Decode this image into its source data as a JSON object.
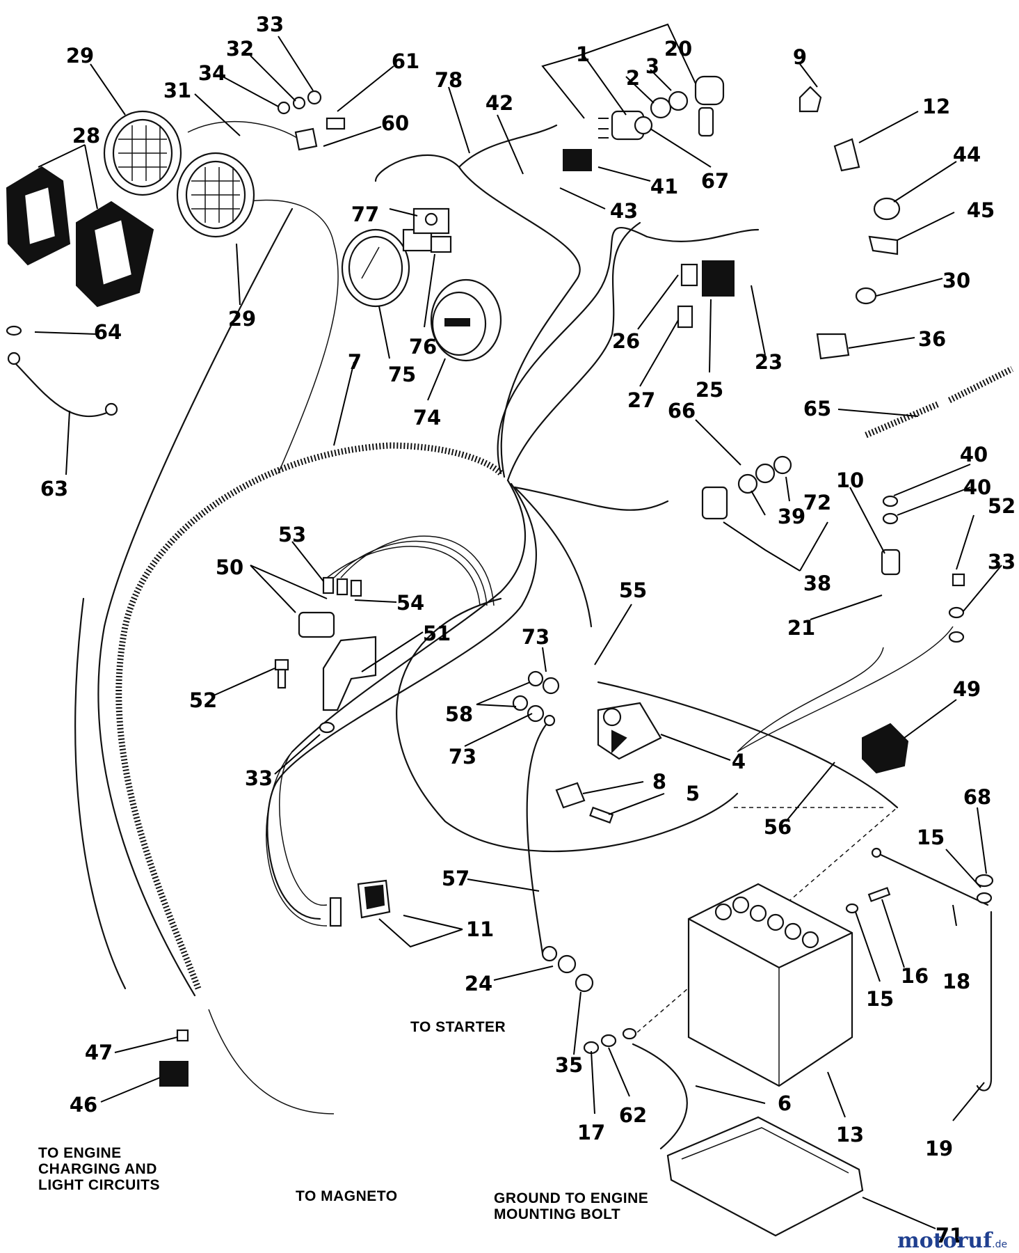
{
  "watermark": {
    "main": "motoruf",
    "suffix": ".de"
  },
  "captions": [
    {
      "id": "to-starter",
      "lines": [
        "TO STARTER"
      ]
    },
    {
      "id": "to-engine-charging",
      "lines": [
        "TO ENGINE",
        "CHARGING AND",
        "LIGHT CIRCUITS"
      ]
    },
    {
      "id": "to-magneto",
      "lines": [
        "TO MAGNETO"
      ]
    },
    {
      "id": "ground-to-engine",
      "lines": [
        "GROUND TO ENGINE",
        "MOUNTING BOLT"
      ]
    }
  ],
  "callouts": [
    {
      "id": "c-1",
      "label": "1"
    },
    {
      "id": "c-2",
      "label": "2"
    },
    {
      "id": "c-3",
      "label": "3"
    },
    {
      "id": "c-20",
      "label": "20"
    },
    {
      "id": "c-9",
      "label": "9"
    },
    {
      "id": "c-12",
      "label": "12"
    },
    {
      "id": "c-44",
      "label": "44"
    },
    {
      "id": "c-45",
      "label": "45"
    },
    {
      "id": "c-30",
      "label": "30"
    },
    {
      "id": "c-36",
      "label": "36"
    },
    {
      "id": "c-65",
      "label": "65"
    },
    {
      "id": "c-40a",
      "label": "40"
    },
    {
      "id": "c-40b",
      "label": "40"
    },
    {
      "id": "c-10",
      "label": "10"
    },
    {
      "id": "c-52a",
      "label": "52"
    },
    {
      "id": "c-33a",
      "label": "33"
    },
    {
      "id": "c-21",
      "label": "21"
    },
    {
      "id": "c-49",
      "label": "49"
    },
    {
      "id": "c-68",
      "label": "68"
    },
    {
      "id": "c-15a",
      "label": "15"
    },
    {
      "id": "c-18",
      "label": "18"
    },
    {
      "id": "c-16",
      "label": "16"
    },
    {
      "id": "c-15b",
      "label": "15"
    },
    {
      "id": "c-19",
      "label": "19"
    },
    {
      "id": "c-13",
      "label": "13"
    },
    {
      "id": "c-71",
      "label": "71"
    },
    {
      "id": "c-6",
      "label": "6"
    },
    {
      "id": "c-62",
      "label": "62"
    },
    {
      "id": "c-17",
      "label": "17"
    },
    {
      "id": "c-35",
      "label": "35"
    },
    {
      "id": "c-24",
      "label": "24"
    },
    {
      "id": "c-57",
      "label": "57"
    },
    {
      "id": "c-11",
      "label": "11"
    },
    {
      "id": "c-47",
      "label": "47"
    },
    {
      "id": "c-46",
      "label": "46"
    },
    {
      "id": "c-33b",
      "label": "33"
    },
    {
      "id": "c-52b",
      "label": "52"
    },
    {
      "id": "c-51",
      "label": "51"
    },
    {
      "id": "c-50",
      "label": "50"
    },
    {
      "id": "c-53",
      "label": "53"
    },
    {
      "id": "c-54",
      "label": "54"
    },
    {
      "id": "c-73a",
      "label": "73"
    },
    {
      "id": "c-58",
      "label": "58"
    },
    {
      "id": "c-73b",
      "label": "73"
    },
    {
      "id": "c-55",
      "label": "55"
    },
    {
      "id": "c-4",
      "label": "4"
    },
    {
      "id": "c-8",
      "label": "8"
    },
    {
      "id": "c-5",
      "label": "5"
    },
    {
      "id": "c-56",
      "label": "56"
    },
    {
      "id": "c-66",
      "label": "66"
    },
    {
      "id": "c-72",
      "label": "72"
    },
    {
      "id": "c-39",
      "label": "39"
    },
    {
      "id": "c-38",
      "label": "38"
    },
    {
      "id": "c-7",
      "label": "7"
    },
    {
      "id": "c-63",
      "label": "63"
    },
    {
      "id": "c-64",
      "label": "64"
    },
    {
      "id": "c-29a",
      "label": "29"
    },
    {
      "id": "c-28",
      "label": "28"
    },
    {
      "id": "c-29b",
      "label": "29"
    },
    {
      "id": "c-31",
      "label": "31"
    },
    {
      "id": "c-34",
      "label": "34"
    },
    {
      "id": "c-32",
      "label": "32"
    },
    {
      "id": "c-33c",
      "label": "33"
    },
    {
      "id": "c-61",
      "label": "61"
    },
    {
      "id": "c-60",
      "label": "60"
    },
    {
      "id": "c-77",
      "label": "77"
    },
    {
      "id": "c-75",
      "label": "75"
    },
    {
      "id": "c-76",
      "label": "76"
    },
    {
      "id": "c-74",
      "label": "74"
    },
    {
      "id": "c-78",
      "label": "78"
    },
    {
      "id": "c-42",
      "label": "42"
    },
    {
      "id": "c-41",
      "label": "41"
    },
    {
      "id": "c-67",
      "label": "67"
    },
    {
      "id": "c-43",
      "label": "43"
    },
    {
      "id": "c-26",
      "label": "26"
    },
    {
      "id": "c-27",
      "label": "27"
    },
    {
      "id": "c-25",
      "label": "25"
    },
    {
      "id": "c-23",
      "label": "23"
    }
  ]
}
